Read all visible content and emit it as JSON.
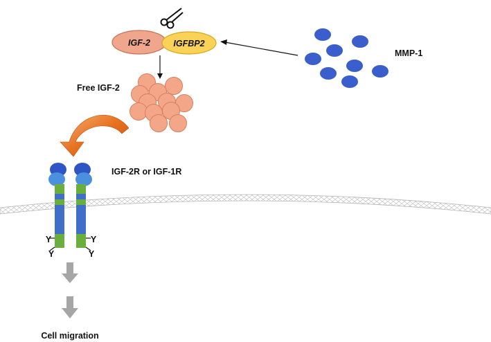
{
  "labels": {
    "igf2": "IGF-2",
    "igfbp2": "IGFBP2",
    "mmp1": "MMP-1",
    "free_igf2": "Free IGF-2",
    "receptor": "IGF-2R or IGF-1R",
    "phospho": "Y",
    "outcome": "Cell migration"
  },
  "icons": {
    "scissors": "scissors-icon"
  },
  "colors": {
    "igf2_fill": "#f0a68c",
    "igf2_stroke": "#c86f55",
    "igfbp2_fill": "#f9d257",
    "igfbp2_stroke": "#d6a722",
    "mmp1_dot": "#3a5fcd",
    "free_igf2_fill": "#f3a688",
    "free_igf2_stroke": "#d97e5f",
    "curved_arrow": "#e8701e",
    "receptor_head": "#2e54c6",
    "receptor_head_light": "#4a90dc",
    "receptor_body": "#3f6fc9",
    "receptor_green": "#6aaf3d",
    "signal_arrow": "#a6a6a6",
    "membrane": "#bfbfbf"
  }
}
